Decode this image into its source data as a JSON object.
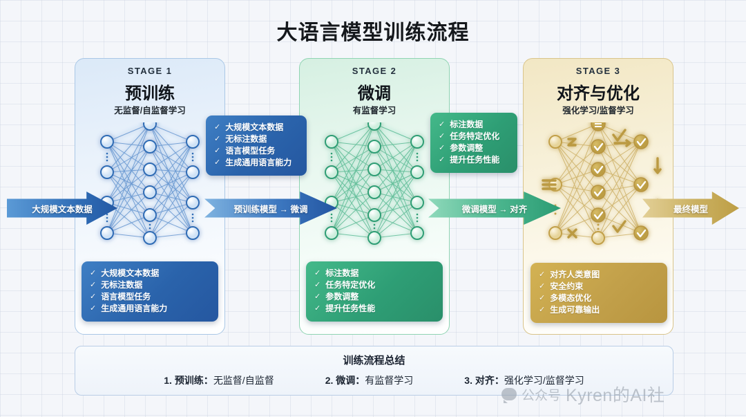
{
  "title": "大语言模型训练流程",
  "stages": [
    {
      "stage_label": "STAGE 1",
      "name": "预训练",
      "subtitle": "无监督/自监督学习",
      "accent": "#2a63ab",
      "tooltip_items": [
        "大规模文本数据",
        "无标注数据",
        "语言模型任务",
        "生成通用语言能力"
      ],
      "bottom_items": [
        "大规模文本数据",
        "无标注数据",
        "语言模型任务",
        "生成通用语言能力"
      ]
    },
    {
      "stage_label": "STAGE 2",
      "name": "微调",
      "subtitle": "有监督学习",
      "accent": "#2e9e75",
      "tooltip_items": [
        "标注数据",
        "任务特定优化",
        "参数调整",
        "提升任务性能"
      ],
      "bottom_items": [
        "标注数据",
        "任务特定优化",
        "参数调整",
        "提升任务性能"
      ]
    },
    {
      "stage_label": "STAGE 3",
      "name": "对齐与优化",
      "subtitle": "强化学习/监督学习",
      "accent": "#c2a04a",
      "tooltip_items": [],
      "bottom_items": [
        "对齐人类意图",
        "安全约束",
        "多模态优化",
        "生成可靠输出"
      ]
    }
  ],
  "arrows": [
    {
      "label": "大规模文本数据"
    },
    {
      "label": "预训练模型 → 微调"
    },
    {
      "label": "微调模型 → 对齐"
    },
    {
      "label": "最终模型"
    }
  ],
  "summary": {
    "heading": "训练流程总结",
    "items": [
      {
        "index": "1.",
        "name": "预训练：",
        "value": "无监督/自监督"
      },
      {
        "index": "2.",
        "name": "微调：",
        "value": "有监督学习"
      },
      {
        "index": "3.",
        "name": "对齐：",
        "value": "强化学习/监督学习"
      }
    ]
  },
  "watermark": {
    "prefix": "公众号",
    "name": "Kyren的AI社"
  },
  "tick_glyph": "✓",
  "node_glyphs_stage3": [
    "Z",
    "≡",
    "✓",
    "✓",
    "↓",
    "✓",
    "✓",
    "✓",
    "↓",
    "✕",
    "✓",
    "✓"
  ]
}
